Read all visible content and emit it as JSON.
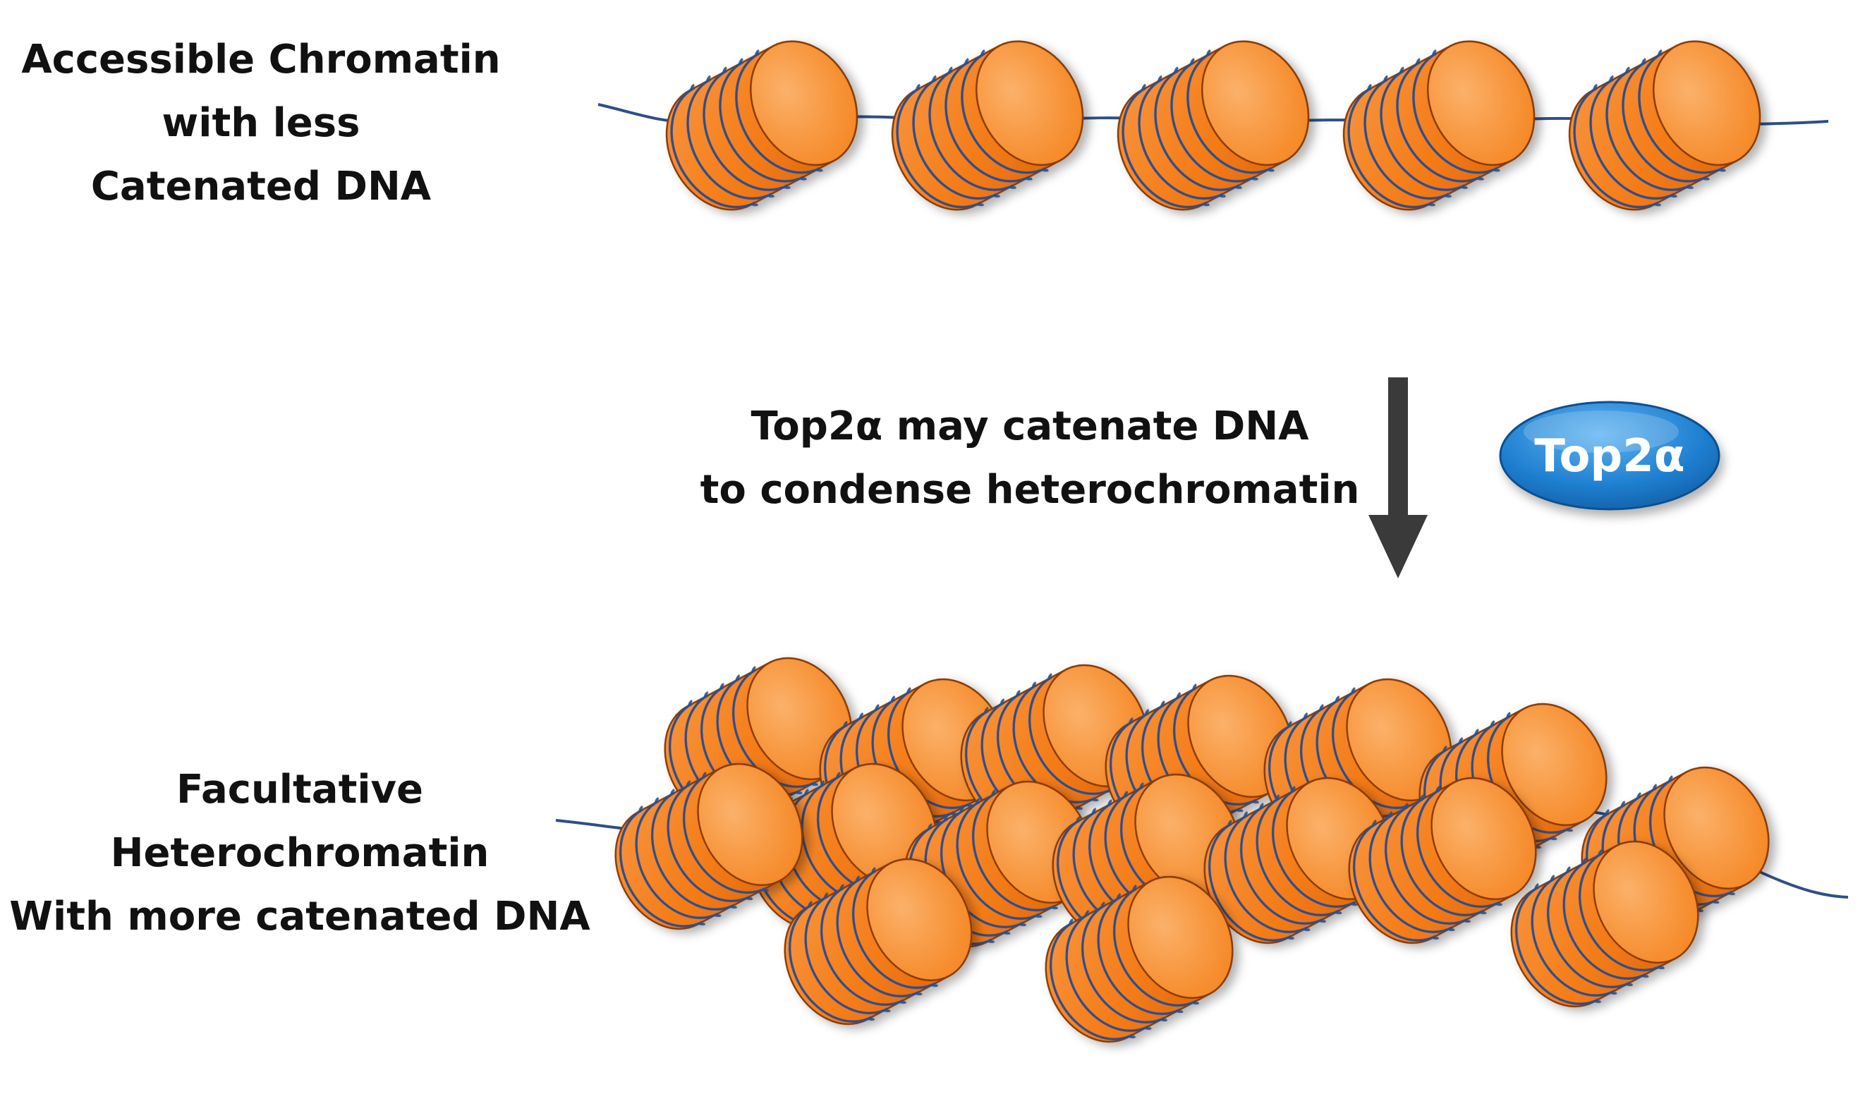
{
  "labels": {
    "top": [
      "Accessible Chromatin",
      "with less",
      "Catenated DNA"
    ],
    "process": [
      "Top2α may catenate DNA",
      "to condense heterochromatin"
    ],
    "bottom": [
      "Facultative",
      "Heterochromatin",
      "With more catenated DNA"
    ]
  },
  "enzyme": {
    "name": "Top2α"
  },
  "colors": {
    "nucleosome_fill": "#f5821f",
    "nucleosome_top": "#f79a45",
    "dna": "#2f4f86",
    "arrow": "#3a3a3a",
    "enzyme_fill": "#1f7fd0"
  }
}
